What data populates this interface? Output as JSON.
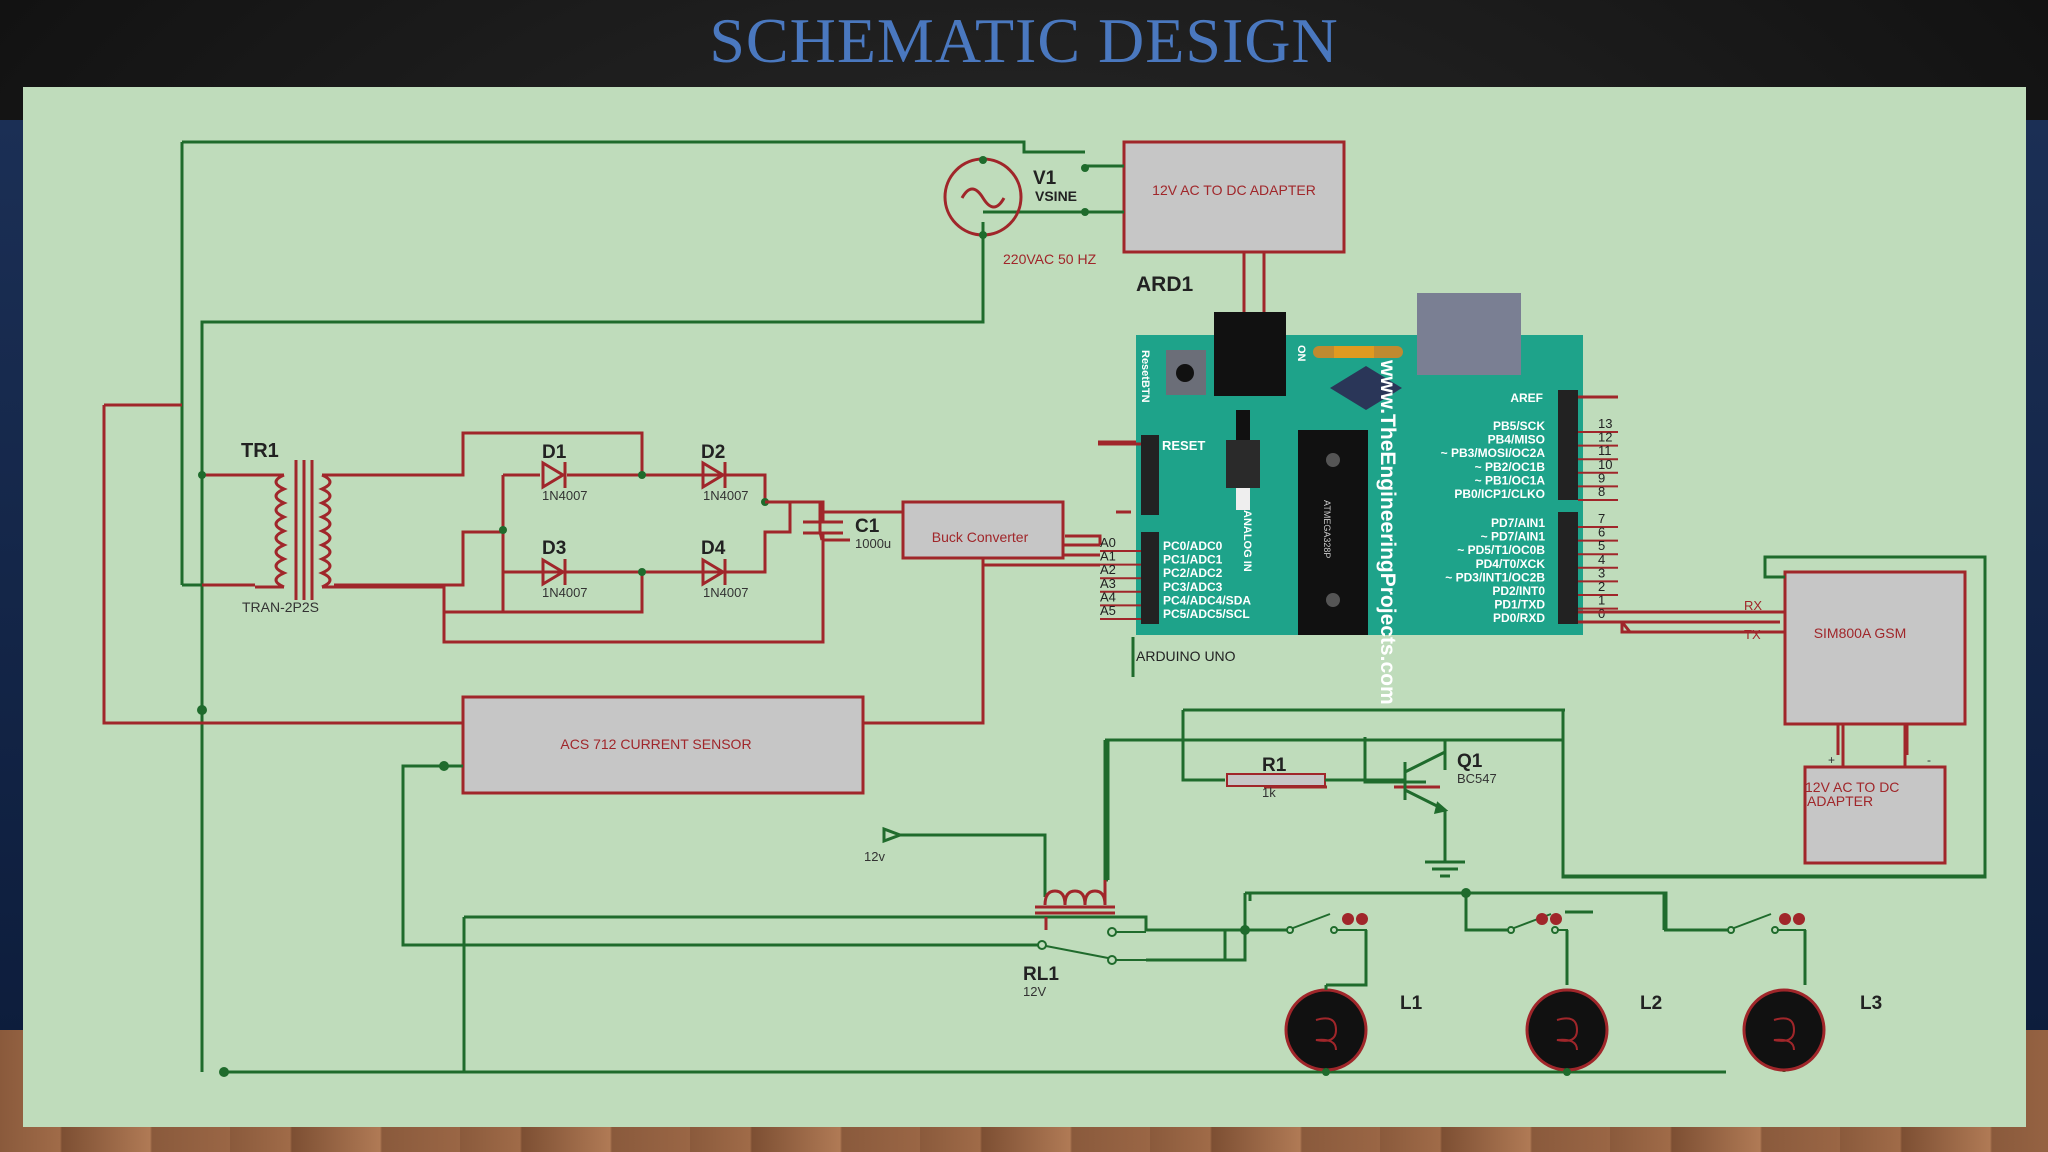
{
  "slide": {
    "title": "SCHEMATIC DESIGN"
  },
  "source": {
    "ref": "V1",
    "model": "VSINE",
    "rating": "220VAC 50 HZ"
  },
  "adapter_top": {
    "label": "12V AC TO DC ADAPTER"
  },
  "adapter_bottom": {
    "label_line1": "12V AC TO DC",
    "label_line2": "ADAPTER",
    "plus": "+",
    "minus": "-"
  },
  "transformer": {
    "ref": "TR1",
    "model": "TRAN-2P2S"
  },
  "diodes": [
    {
      "ref": "D1",
      "model": "1N4007"
    },
    {
      "ref": "D2",
      "model": "1N4007"
    },
    {
      "ref": "D3",
      "model": "1N4007"
    },
    {
      "ref": "D4",
      "model": "1N4007"
    }
  ],
  "capacitor": {
    "ref": "C1",
    "value": "1000u"
  },
  "buck": {
    "label": "Buck Converter"
  },
  "current_sensor": {
    "label": "ACS 712 CURRENT SENSOR"
  },
  "gsm": {
    "label": "SIM800A GSM",
    "rx": "RX",
    "tx": "TX"
  },
  "arduino": {
    "ref": "ARD1",
    "name": "ARDUINO UNO",
    "website": "www.TheEngineeringProjects.com",
    "chip": "ATMEGA328P",
    "reset_btn": "ResetBTN",
    "on": "ON",
    "reset": "RESET",
    "analog_in": "ANALOG IN",
    "analog_pins": [
      "PC0/ADC0",
      "PC1/ADC1",
      "PC2/ADC2",
      "PC3/ADC3",
      "PC4/ADC4/SDA",
      "PC5/ADC5/SCL"
    ],
    "analog_nums": [
      "A0",
      "A1",
      "A2",
      "A3",
      "A4",
      "A5"
    ],
    "aref": "AREF",
    "digital_top": [
      "PB5/SCK",
      "PB4/MISO",
      "~ PB3/MOSI/OC2A",
      "~ PB2/OC1B",
      "~ PB1/OC1A",
      "PB0/ICP1/CLKO"
    ],
    "digital_top_nums": [
      "13",
      "12",
      "11",
      "10",
      "9",
      "8"
    ],
    "digital_bottom": [
      "PD7/AIN1",
      "~ PD7/AIN1",
      "~ PD5/T1/OC0B",
      "PD4/T0/XCK",
      "~ PD3/INT1/OC2B",
      "PD2/INT0",
      "PD1/TXD",
      "PD0/RXD"
    ],
    "digital_bottom_nums": [
      "7",
      "6",
      "5",
      "4",
      "3",
      "2",
      "1",
      "0"
    ]
  },
  "resistor": {
    "ref": "R1",
    "value": "1k"
  },
  "transistor": {
    "ref": "Q1",
    "model": "BC547"
  },
  "supply": {
    "label": "12v"
  },
  "relay": {
    "ref": "RL1",
    "rating": "12V"
  },
  "lamps": [
    "L1",
    "L2",
    "L3"
  ],
  "colors": {
    "wire_green": "#1f6b2c",
    "wire_red": "#a0262a",
    "background": "#bfdcbb",
    "arduino_board": "#1ea38a"
  }
}
